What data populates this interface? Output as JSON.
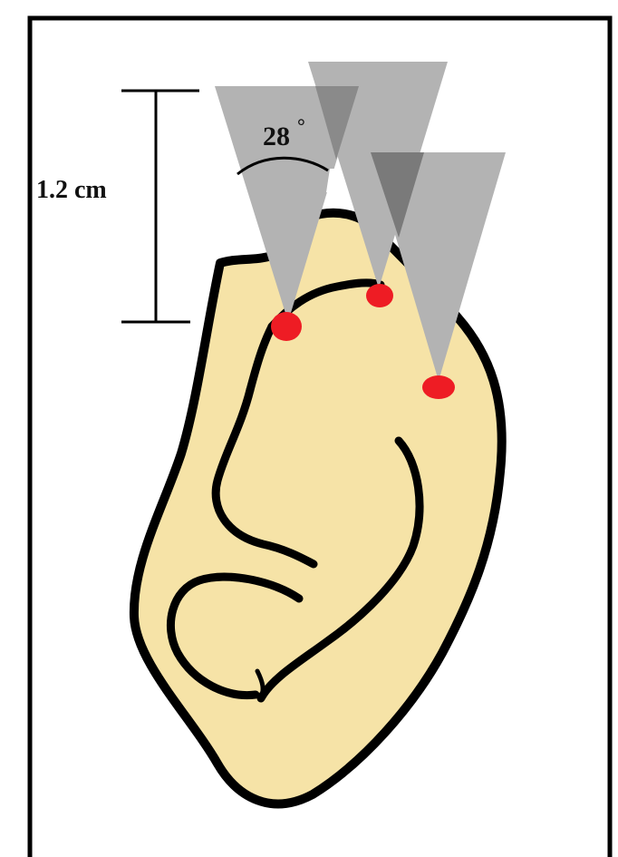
{
  "diagram": {
    "measurement_label": "1.2 cm",
    "angle_label": "28",
    "angle_degree_symbol": "°"
  },
  "colors": {
    "skin": "#f6e3a7",
    "outline": "#000000",
    "cone_light": "#b3b3b3",
    "cone_overlap": "#8a8a8a",
    "cone_dark_overlap": "#6f6f6f",
    "marker": "#ee1c24",
    "frame": "#000000"
  },
  "icons": {
    "cone": "spray-cone",
    "point": "red-dot"
  }
}
